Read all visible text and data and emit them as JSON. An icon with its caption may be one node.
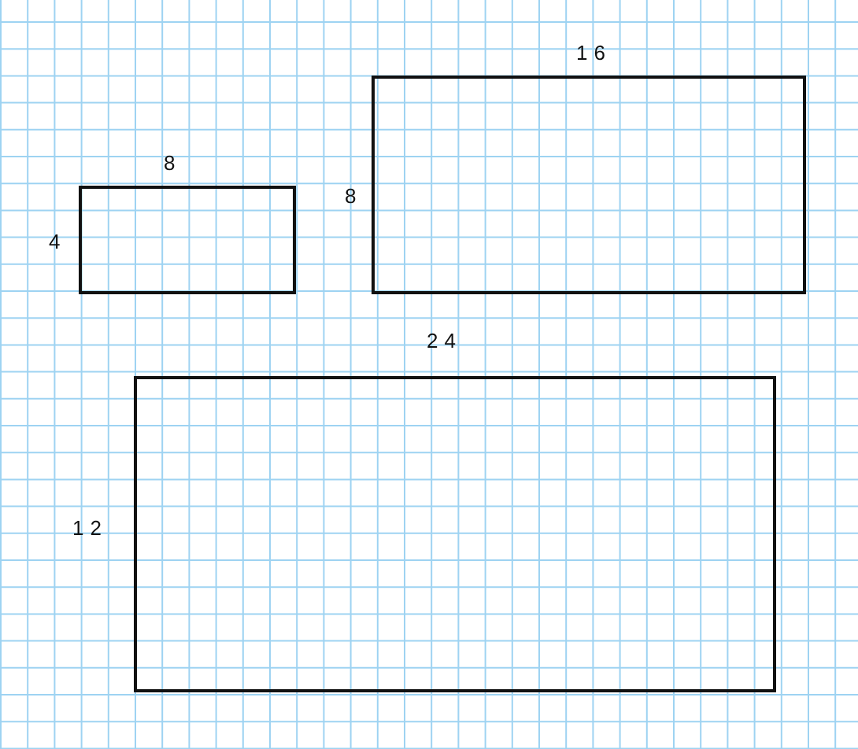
{
  "diagram": {
    "nodes": [
      {
        "text": [],
        "shape": "box",
        "beside": [
          "8",
          "4"
        ]
      },
      {
        "text": [],
        "shape": "box",
        "beside": [
          "16",
          "8"
        ]
      },
      {
        "text": [],
        "shape": "box",
        "beside": [
          "24",
          "12"
        ]
      }
    ]
  }
}
